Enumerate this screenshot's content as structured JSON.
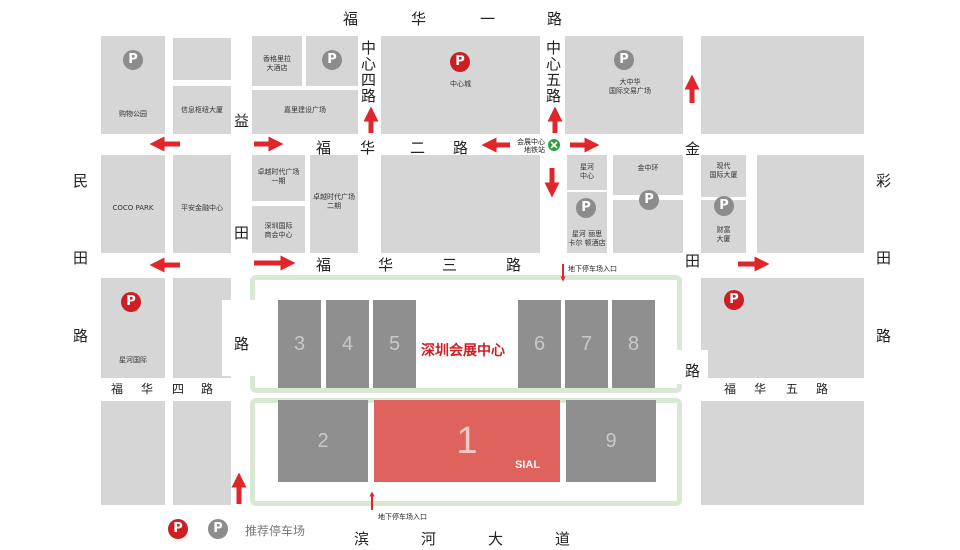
{
  "roads": {
    "fuhua_1": [
      "福",
      "华",
      "一",
      "路"
    ],
    "fuhua_2": [
      "福",
      "华",
      "二",
      "路"
    ],
    "fuhua_3": [
      "福",
      "华",
      "三",
      "路"
    ],
    "fuhua_4": [
      "福",
      "华",
      "四",
      "路"
    ],
    "fuhua_5": [
      "福",
      "华",
      "五",
      "路"
    ],
    "binhe": [
      "滨",
      "河",
      "大",
      "道"
    ],
    "mintian": [
      "民",
      "田",
      "路"
    ],
    "caitian": [
      "彩",
      "田",
      "路"
    ],
    "zhongxin_4": [
      "中",
      "心",
      "四",
      "路"
    ],
    "zhongxin_5": [
      "中",
      "心",
      "五",
      "路"
    ],
    "yitian": [
      "益",
      "田",
      "路"
    ],
    "jintian": [
      "金",
      "田",
      "路"
    ]
  },
  "buildings": {
    "shopping_park": "购物公园",
    "info_hub": "信息枢纽大厦",
    "shangri_la": "香格里拉\n大酒店",
    "jiali": "嘉里建设广场",
    "central_city": "中心城",
    "dazhonghua": "大中华\n国际交易广场",
    "coco_park": "COCO PARK",
    "pingan": "平安金融中心",
    "zhuoyue_1": "卓越时代广场\n一期",
    "zhuoyue_2": "卓越时代广场\n二期",
    "sz_intl_chamber": "深圳国际\n商会中心",
    "xinghe_center": "星河\n中心",
    "jinzhonghuan": "金中环",
    "modern_intl": "现代\n国际大厦",
    "ritz": "星河 丽思\n卡尔 顿酒店",
    "caifu": "财富\n大厦",
    "xinghe_intl": "星河国际"
  },
  "metro_label": "会展中心\n地铁站",
  "parking_entrance": "地下停车场入口",
  "venue_name": "深圳会展中心",
  "halls": [
    "1",
    "2",
    "3",
    "4",
    "5",
    "6",
    "7",
    "8",
    "9"
  ],
  "sial_logo": "SIAL",
  "parking_symbol": "P",
  "legend_label": "推荐停车场",
  "colors": {
    "red": "#cc1f24",
    "gray_pin": "#8c8c8c",
    "block": "#d6d6d6",
    "hall": "#8f8f8f",
    "main_hall": "#e0625d",
    "outline": "#d9e8d3"
  }
}
